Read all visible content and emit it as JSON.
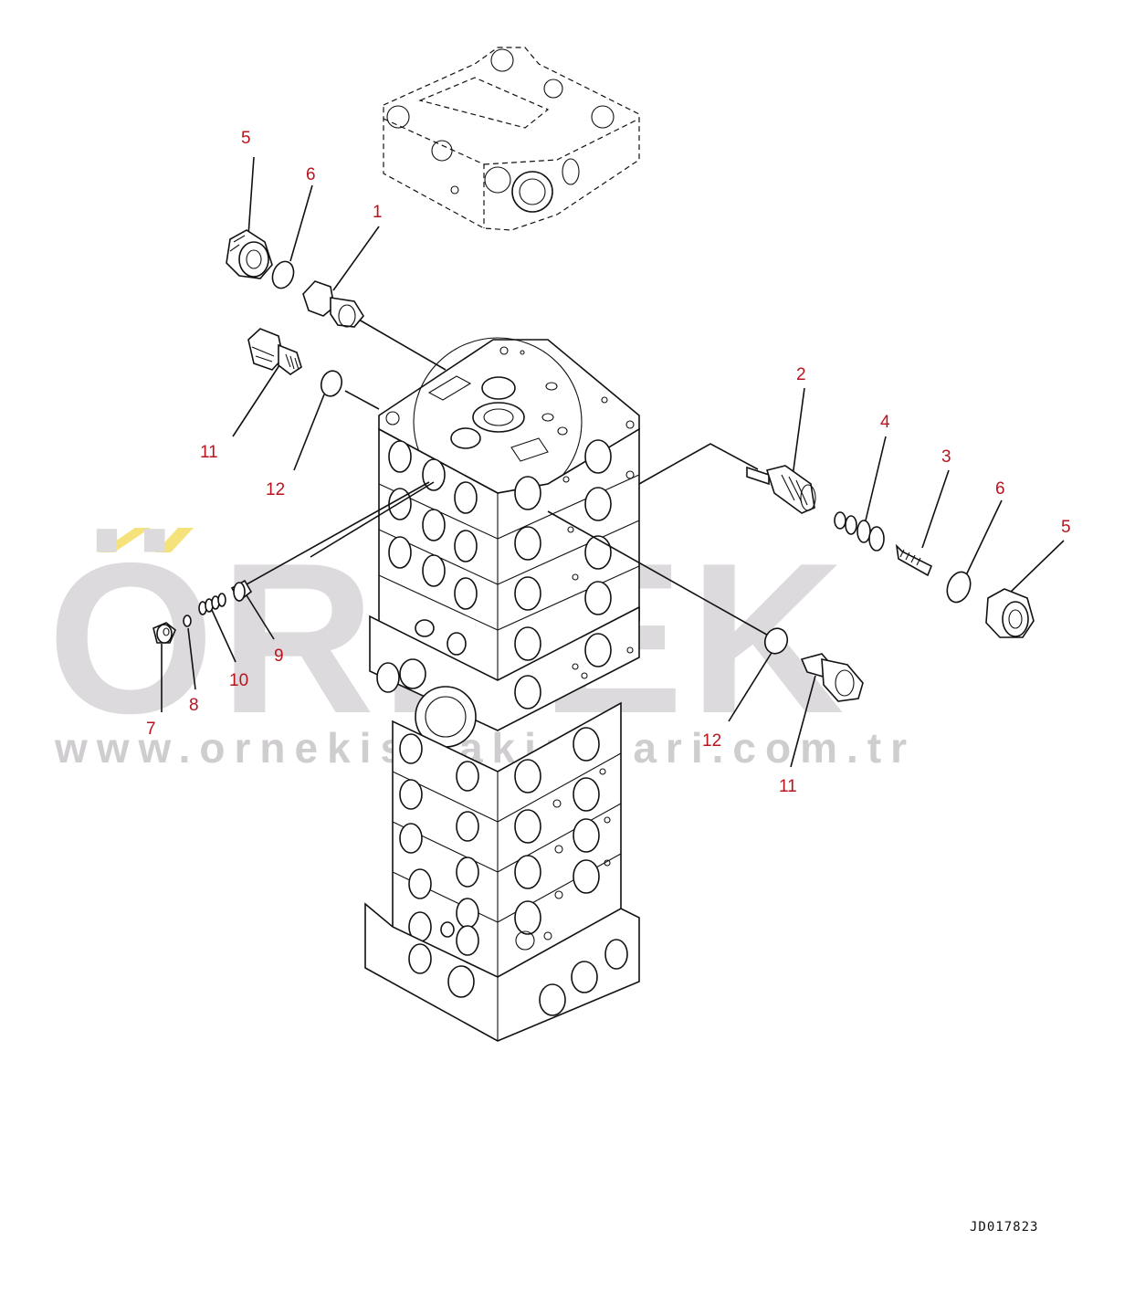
{
  "watermark": {
    "brand": "ÖRNEK",
    "url": "www.ornekismakinalari.com.tr",
    "accent_color": "#f6e27a",
    "text_color": "#d8d6d8"
  },
  "drawing_number": "JD017823",
  "callouts": [
    {
      "id": "c5a",
      "label": "5"
    },
    {
      "id": "c6a",
      "label": "6"
    },
    {
      "id": "c1",
      "label": "1"
    },
    {
      "id": "c11a",
      "label": "11"
    },
    {
      "id": "c12a",
      "label": "12"
    },
    {
      "id": "c2",
      "label": "2"
    },
    {
      "id": "c4",
      "label": "4"
    },
    {
      "id": "c3",
      "label": "3"
    },
    {
      "id": "c6b",
      "label": "6"
    },
    {
      "id": "c5b",
      "label": "5"
    },
    {
      "id": "c9",
      "label": "9"
    },
    {
      "id": "c10",
      "label": "10"
    },
    {
      "id": "c8",
      "label": "8"
    },
    {
      "id": "c7",
      "label": "7"
    },
    {
      "id": "c12b",
      "label": "12"
    },
    {
      "id": "c11b",
      "label": "11"
    }
  ]
}
